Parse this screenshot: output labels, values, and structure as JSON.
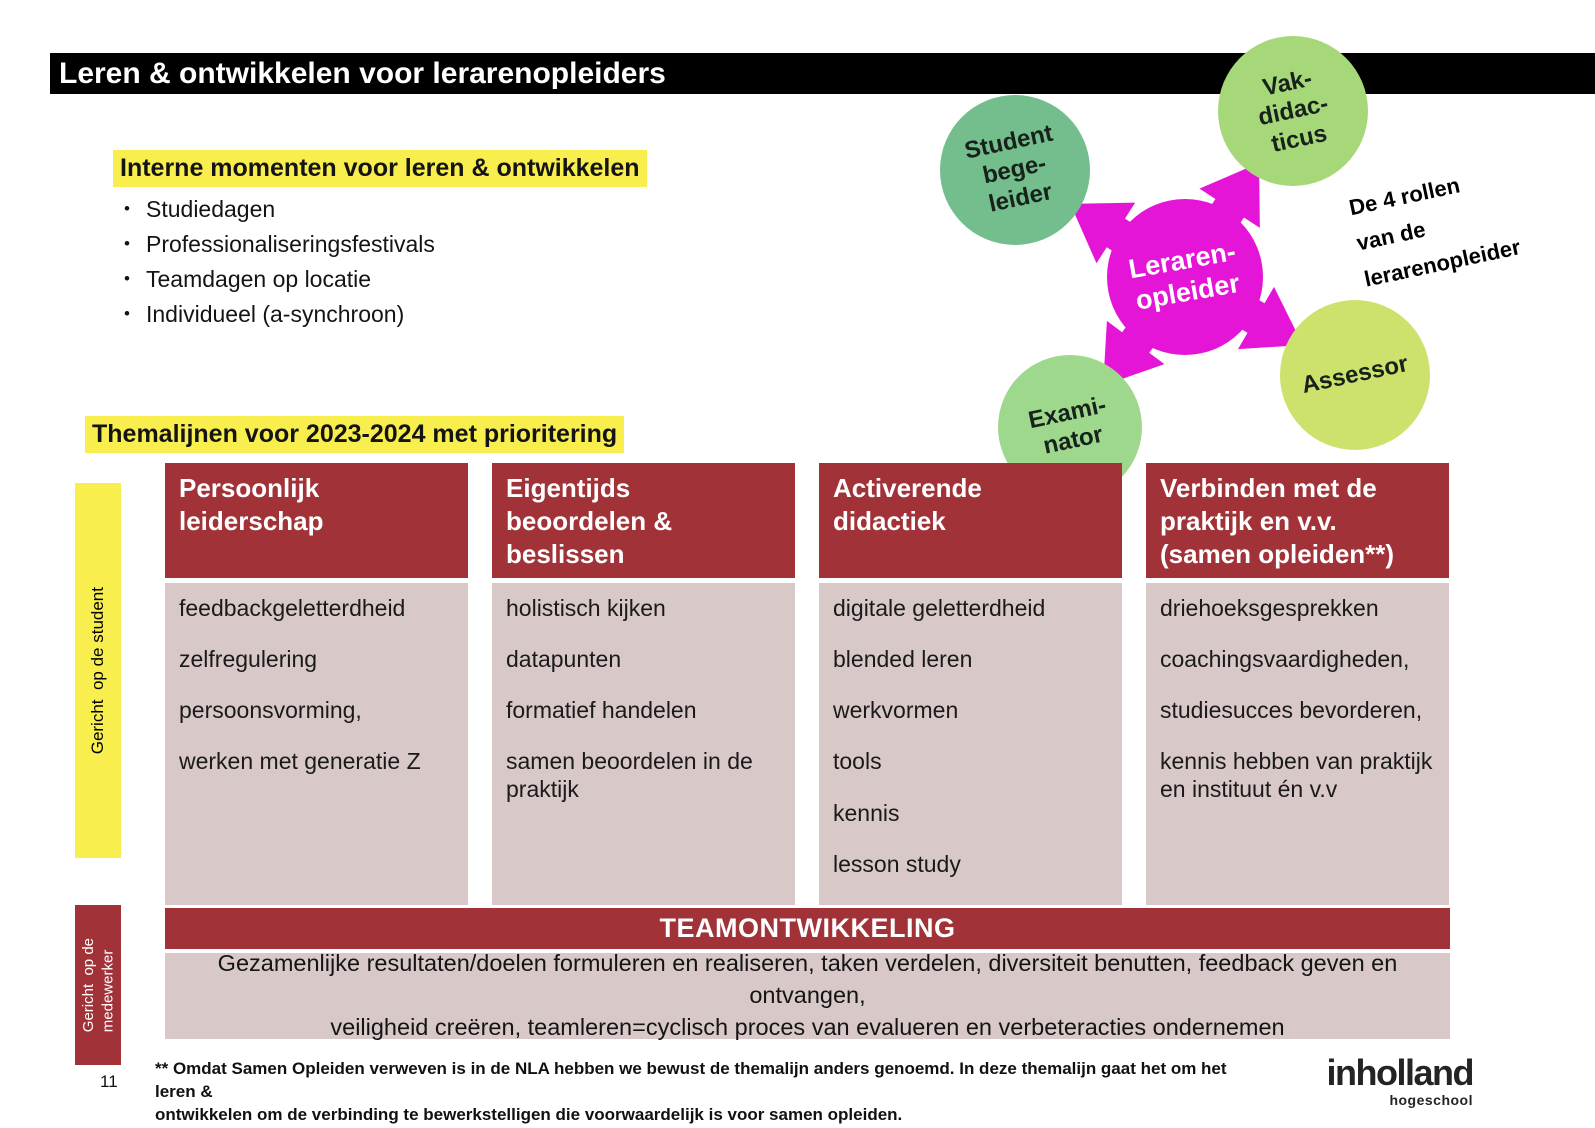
{
  "slide": {
    "title": "Leren & ontwikkelen voor lerarenopleiders",
    "page_number": "11"
  },
  "interne": {
    "heading": "Interne momenten voor leren & ontwikkelen",
    "items": [
      "Studiedagen",
      "Professionaliseringsfestivals",
      "Teamdagen op locatie",
      "Individueel (a-synchroon)"
    ]
  },
  "roles": {
    "caption": "De 4 rollen\nvan de\nlerarenopleider",
    "center": "Leraren-\nopleider",
    "student_begeleider": "Student\nbege-\nleider",
    "vakdidacticus": "Vak-\ndidac-\nticus",
    "examinator": "Exami-\nnator",
    "assessor": "Assessor"
  },
  "themalijnen": {
    "heading": "Themalijnen voor 2023-2024 met prioritering",
    "columns": [
      {
        "title": "Persoonlijk\nleiderschap",
        "items": [
          "feedbackgeletterdheid",
          "zelfregulering",
          "persoonsvorming,",
          "werken met generatie Z"
        ]
      },
      {
        "title": "Eigentijds\nbeoordelen &\nbeslissen",
        "items": [
          "holistisch kijken",
          "datapunten",
          "formatief handelen",
          "samen beoordelen in de praktijk"
        ]
      },
      {
        "title": "Activerende\ndidactiek",
        "items": [
          "digitale geletterdheid",
          "blended leren",
          "werkvormen",
          "tools",
          "kennis",
          "lesson study"
        ]
      },
      {
        "title": "Verbinden met de\npraktijk en v.v.\n(samen opleiden**)",
        "items": [
          "driehoeksgesprekken",
          "coachingsvaardigheden,",
          "studiesucces bevorderen,",
          "kennis hebben van praktijk en instituut én v.v"
        ]
      }
    ]
  },
  "side_labels": {
    "student": "Gericht  op de student",
    "medewerker": "Gericht  op de\nmedewerker"
  },
  "team": {
    "title": "TEAMONTWIKKELING",
    "description": "Gezamenlijke resultaten/doelen formuleren en realiseren, taken verdelen, diversiteit benutten, feedback geven en ontvangen,\nveiligheid creëren, teamleren=cyclisch proces van evalueren en verbeteracties ondernemen"
  },
  "footnote": "** Omdat Samen Opleiden verweven is in de NLA hebben we bewust de themalijn anders genoemd. In deze themalijn gaat het om het leren &\nontwikkelen om de verbinding te bewerkstelligen die voorwaardelijk is voor samen opleiden.",
  "logo": {
    "name": "inholland",
    "subtitle": "hogeschool"
  },
  "colors": {
    "maroon": "#a03238",
    "panel_pink": "#d9c8c8",
    "highlight_yellow": "#f8ee4d",
    "magenta": "#e515d8",
    "green_dark": "#74bd8c",
    "green_light": "#a6d87a",
    "green_pale": "#9dd88d",
    "yellow_green": "#cde26c"
  }
}
